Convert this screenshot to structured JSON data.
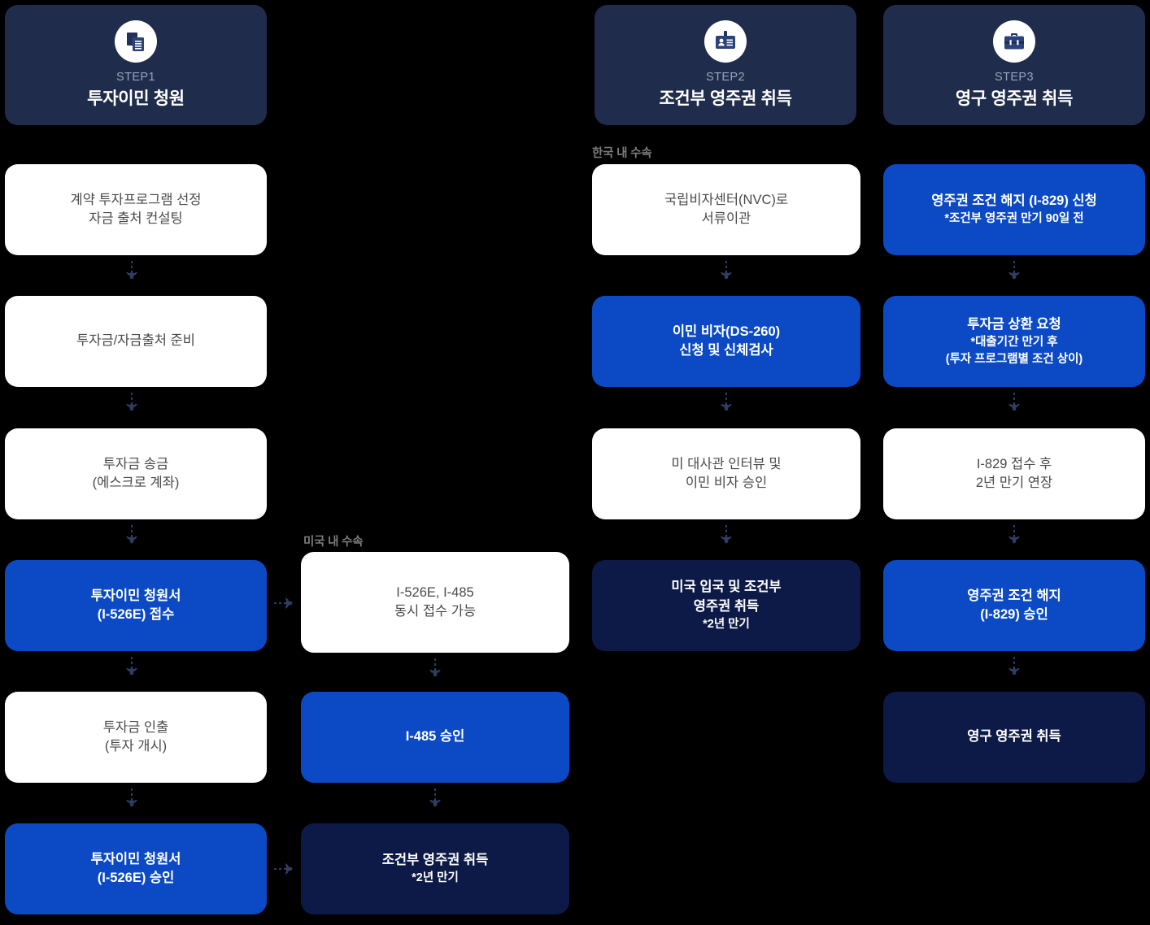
{
  "theme": {
    "background": "#000000",
    "header_navy": "#1f2c4c",
    "accent_blue": "#0b4ac4",
    "deep_navy": "#0d1a47",
    "white_box": "#ffffff",
    "white_box_text": "#4a4a4a",
    "caption_gray": "#7d7d7d",
    "step_num_gray": "#9aa4ba",
    "arrow_color": "#2e3d63"
  },
  "steps": [
    {
      "num": "STEP1",
      "title": "투자이민 청원",
      "icon": "documents-copy-icon"
    },
    {
      "num": "STEP2",
      "title": "조건부 영주권 취득",
      "icon": "id-badge-icon"
    },
    {
      "num": "STEP3",
      "title": "영구 영주권 취득",
      "icon": "briefcase-icon"
    }
  ],
  "captions": {
    "korea_process": "한국 내 수속",
    "usa_process": "미국 내 수속"
  },
  "columns": {
    "col1": [
      {
        "style": "white",
        "lines": [
          "계약 투자프로그램 선정",
          "자금 출처 컨설팅"
        ]
      },
      {
        "style": "white",
        "lines": [
          "투자금/자금출처 준비"
        ]
      },
      {
        "style": "white",
        "lines": [
          "투자금 송금",
          "(에스크로 계좌)"
        ]
      },
      {
        "style": "blue",
        "lines": [
          "투자이민 청원서",
          "(I-526E) 접수"
        ]
      },
      {
        "style": "white",
        "lines": [
          "투자금 인출",
          "(투자 개시)"
        ]
      },
      {
        "style": "blue",
        "lines": [
          "투자이민 청원서",
          "(I-526E) 승인"
        ]
      }
    ],
    "col2": [
      {
        "style": "white",
        "lines": [
          "I-526E, I-485",
          "동시 접수 가능"
        ]
      },
      {
        "style": "blue",
        "lines": [
          "I-485 승인"
        ]
      },
      {
        "style": "navy",
        "lines": [
          "조건부 영주권 취득"
        ],
        "sublines": [
          "*2년 만기"
        ]
      }
    ],
    "col3": [
      {
        "style": "white",
        "lines": [
          "국립비자센터(NVC)로",
          "서류이관"
        ]
      },
      {
        "style": "blue",
        "lines": [
          "이민 비자(DS-260)",
          "신청 및 신체검사"
        ]
      },
      {
        "style": "white",
        "lines": [
          "미 대사관 인터뷰 및",
          "이민 비자 승인"
        ]
      },
      {
        "style": "navy",
        "lines": [
          "미국 입국 및 조건부",
          "영주권 취득"
        ],
        "sublines": [
          "*2년 만기"
        ]
      }
    ],
    "col4": [
      {
        "style": "blue",
        "lines": [
          "영주권 조건 해지 (I-829) 신청"
        ],
        "sublines": [
          "*조건부 영주권 만기 90일 전"
        ]
      },
      {
        "style": "blue",
        "lines": [
          "투자금 상환 요청"
        ],
        "sublines": [
          "*대출기간 만기 후",
          "(투자 프로그램별 조건 상이)"
        ]
      },
      {
        "style": "white",
        "lines": [
          "I-829 접수 후",
          "2년 만기 연장"
        ]
      },
      {
        "style": "blue",
        "lines": [
          "영주권 조건 해지",
          "(I-829) 승인"
        ]
      },
      {
        "style": "navy",
        "lines": [
          "영구 영주권 취득"
        ]
      }
    ]
  }
}
